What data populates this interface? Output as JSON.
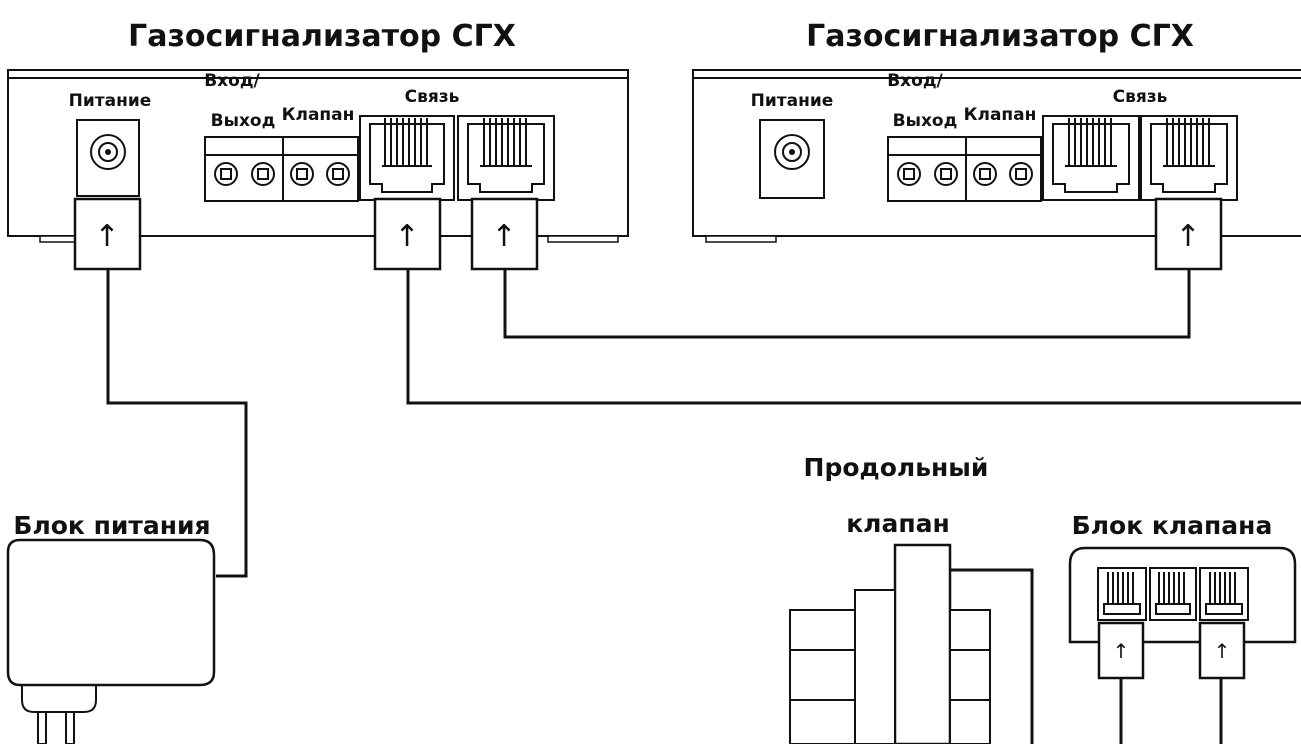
{
  "device_left": {
    "title": "Газосигнализатор СГХ",
    "power_label": "Питание",
    "io_label_line1": "Вход/",
    "io_label_line2": "Выход",
    "valve_label": "Клапан",
    "comm_label": "Связь"
  },
  "device_right": {
    "title": "Газосигнализатор СГХ",
    "power_label": "Питание",
    "io_label_line1": "Вход/",
    "io_label_line2": "Выход",
    "valve_label": "Клапан",
    "comm_label": "Связь"
  },
  "power_supply": {
    "label": "Блок питания"
  },
  "longitudinal_valve": {
    "label_line1": "Продольный",
    "label_line2": "клапан"
  },
  "valve_block": {
    "label": "Блок клапана"
  },
  "arrow_glyph": "↑"
}
